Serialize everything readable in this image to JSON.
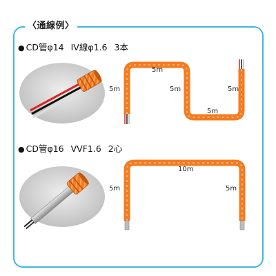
{
  "panel": {
    "title": "〈通線例〉"
  },
  "examples": [
    {
      "bullet": "●",
      "conduit": "CD管φ14",
      "wire": "IV線φ1.6",
      "count": "3本",
      "dims": {
        "left": "5m",
        "top": "5m",
        "mid_left": "5m",
        "bottom": "5m",
        "right": "5m"
      }
    },
    {
      "bullet": "●",
      "conduit": "CD管φ16",
      "wire": "VVF1.6",
      "count": "2心",
      "dims": {
        "left": "5m",
        "top": "10m",
        "right": "5m"
      }
    }
  ],
  "colors": {
    "frame": "#3fb8df",
    "conduit": "#f47b20",
    "conduit_stripe": "#ffb070",
    "photo_bg": "#d6d6d6"
  },
  "icons": [
    "cd-conduit-iv-wire-photo",
    "cd-conduit-vvf-photo",
    "conduit-route-1",
    "conduit-route-2"
  ]
}
